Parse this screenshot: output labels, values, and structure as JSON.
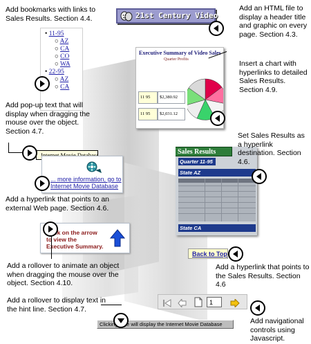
{
  "notes": {
    "bookmarks": "Add bookmarks with links to Sales Results. Section 4.4.",
    "header_file": "Add an HTML file to display a header title and graphic on every page. Section 4.3.",
    "chart": "Insert a chart with hyperlinks to detailed Sales Results. Section 4.9.",
    "popup_text": "Add pop-up text that will display when dragging the mouse over the object. Section 4.7.",
    "destination": "Set Sales Results as a hyperlink destination. Section 4.6.",
    "external_link": "Add a hyperlink that points to an external Web page. Section 4.6.",
    "rollover_animate": "Add a rollover to animate an object when dragging the mouse over the object. Section 4.10.",
    "back_to_top": "Add a hyperlink that points to the Sales Results. Section 4.6",
    "hint_line": "Add a rollover to display text in the hint line. Section 4.7.",
    "nav_controls": "Add navigational controls using Javascript. Section 4.10."
  },
  "header_banner": {
    "title": "21st Century Video"
  },
  "bookmarks": {
    "groups": [
      {
        "label": "11-95",
        "items": [
          "AZ",
          "CA",
          "CO",
          "WA"
        ]
      },
      {
        "label": "22-95",
        "items": [
          "AZ",
          "CA"
        ]
      }
    ]
  },
  "executive_chart": {
    "title": "Executive Summary of Video Sales",
    "subtitle": "Quarter Profits",
    "rows": [
      {
        "quarter": "11 95",
        "value": "$2,380.92"
      },
      {
        "quarter": "11 95",
        "value": "$2,031.12"
      }
    ]
  },
  "popup": {
    "tooltip": "Internet Movie Database"
  },
  "external_link": {
    "text": "... more information, go to Internet Movie Database"
  },
  "sales_results": {
    "title": "Sales Results",
    "quarter": "Quarter 11-95",
    "state_a": "State AZ",
    "state_b": "State CA"
  },
  "rollover": {
    "text": "Click on the arrow to view the Executive Summary."
  },
  "back_to_top": {
    "label": "Back to Top"
  },
  "nav": {
    "page_value": "1"
  },
  "hint": {
    "text": "Clicking here will display the Internet Movie Database"
  },
  "colors": {
    "banner_bg": "#9c9ccf",
    "sales_header": "#2e7d3a",
    "state_bar": "#1e3a8c",
    "rollover_text": "#8b1a1a",
    "link": "#1f1fa8"
  }
}
